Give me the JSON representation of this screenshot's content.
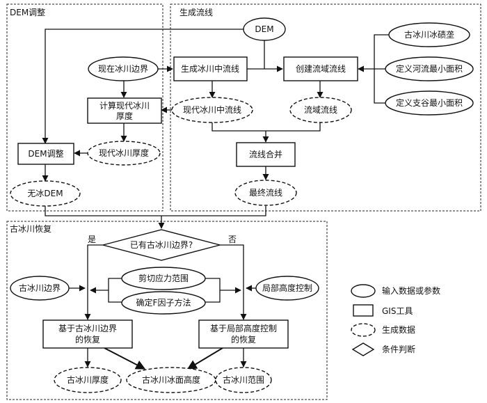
{
  "regions": {
    "dem_adjust": "DEM调整",
    "flowline_gen": "生成流线",
    "paleo_recovery": "古冰川恢复"
  },
  "nodes": {
    "dem": "DEM",
    "paleo_moraine": "古冰川冰碛垄",
    "min_river_area": "定义河流最小面积",
    "min_branch_area": "定义支谷最小面积",
    "current_boundary": "现在冰川边界",
    "gen_centerline": "生成冰川中流线",
    "create_basin_flowline": "创建流域流线",
    "calc_thickness_l1": "计算现代冰川",
    "calc_thickness_l2": "厚度",
    "current_centerline": "现代冰川中流线",
    "basin_flowline": "流域流线",
    "current_thickness": "现代冰川厚度",
    "dem_adjust_box": "DEM调整",
    "merge_flowlines": "流线合并",
    "icefree_dem": "无冰DEM",
    "final_flowline": "最终流线",
    "decision": "已有古冰川边界?",
    "yes": "是",
    "no": "否",
    "shear_stress": "剪切应力范围",
    "f_factor": "确定F因子方法",
    "paleo_boundary": "古冰川边界",
    "local_height": "局部高度控制",
    "recover_boundary_l1": "基于古冰川边界",
    "recover_boundary_l2": "的恢复",
    "recover_height_l1": "基于局部高度控制",
    "recover_height_l2": "的恢复",
    "paleo_thickness": "古冰川厚度",
    "paleo_surface": "古冰川冰面高度",
    "paleo_extent": "古冰川范围"
  },
  "legend": {
    "input": "输入数据或参数",
    "gis_tool": "GIS工具",
    "generated": "生成数据",
    "decision": "条件判断"
  }
}
